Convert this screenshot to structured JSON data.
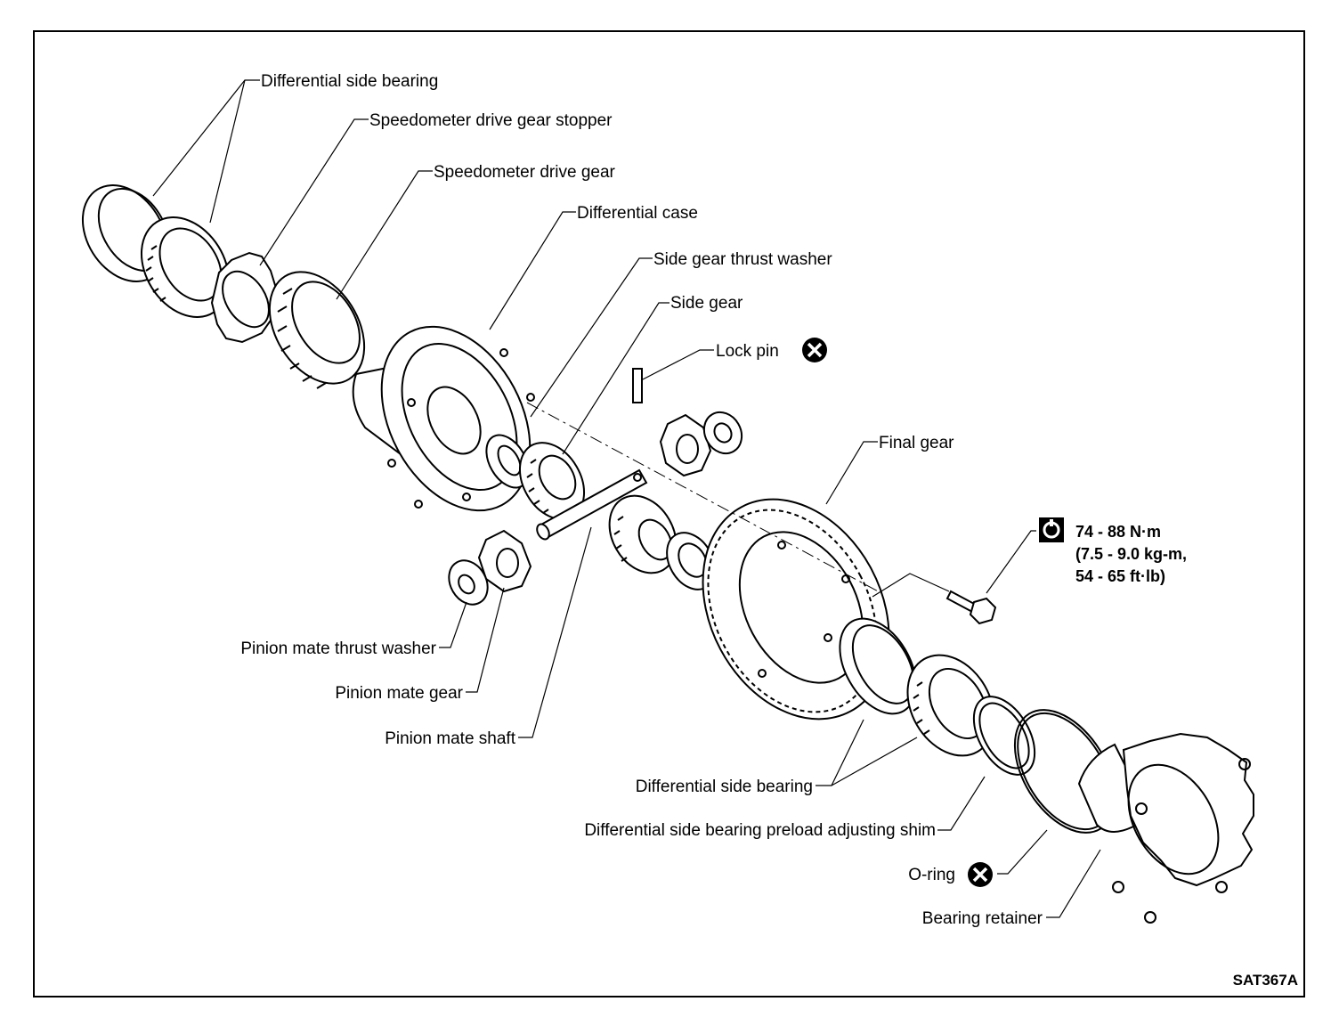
{
  "labels": {
    "diff_side_bearing_top": "Differential side bearing",
    "speedo_gear_stopper": "Speedometer drive gear stopper",
    "speedo_gear": "Speedometer drive gear",
    "diff_case": "Differential case",
    "side_gear_thrust_washer": "Side gear thrust washer",
    "side_gear": "Side gear",
    "lock_pin": "Lock pin",
    "final_gear": "Final gear",
    "pinion_mate_thrust_washer": "Pinion mate thrust washer",
    "pinion_mate_gear": "Pinion mate gear",
    "pinion_mate_shaft": "Pinion mate shaft",
    "diff_side_bearing_bottom": "Differential side bearing",
    "preload_shim": "Differential side bearing preload adjusting shim",
    "o_ring": "O-ring",
    "bearing_retainer": "Bearing retainer"
  },
  "torque": {
    "line1": "74 - 88 N·m",
    "line2": "(7.5 - 9.0 kg-m,",
    "line3": "54 - 65 ft·lb)"
  },
  "figure_code": "SAT367A",
  "icons": {
    "replace": "replace-x-icon",
    "torque": "torque-wrench-icon"
  }
}
